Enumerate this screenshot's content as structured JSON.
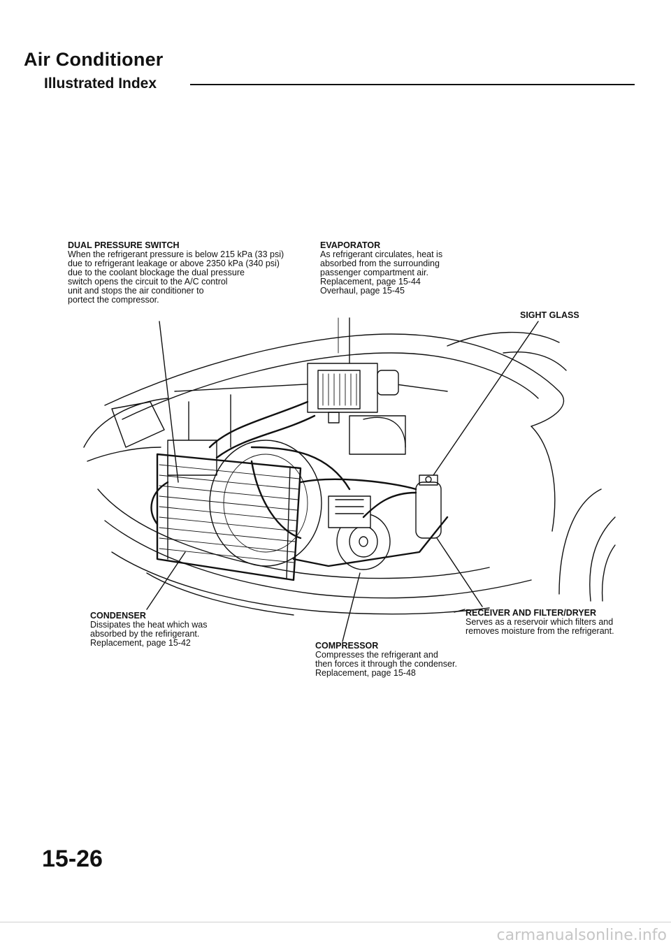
{
  "header": {
    "title": "Air Conditioner",
    "subtitle": "Illustrated Index"
  },
  "labels": {
    "dual_pressure_switch": {
      "heading": "DUAL PRESSURE SWITCH",
      "text": "When the refrigerant pressure is below 215 kPa (33 psi)\ndue to refrigerant leakage or above 2350 kPa (340 psi)\ndue to the coolant blockage the dual pressure\nswitch opens the circuit to the A/C control\nunit and stops the air conditioner to\nportect the compressor."
    },
    "evaporator": {
      "heading": "EVAPORATOR",
      "text": "As refrigerant circulates, heat is\nabsorbed from the surrounding\npassenger compartment air.\nReplacement, page 15-44\nOverhaul, page 15-45"
    },
    "sight_glass": {
      "heading": "SIGHT GLASS"
    },
    "condenser": {
      "heading": "CONDENSER",
      "text": "Dissipates the heat which was\nabsorbed by the refirigerant.\nReplacement, page 15-42"
    },
    "receiver": {
      "heading": "RECEIVER AND FILTER/DRYER",
      "text": "Serves as a reservoir which filters and\nremoves moisture from the refrigerant."
    },
    "compressor": {
      "heading": "COMPRESSOR",
      "text": "Compresses the refrigerant and\nthen forces it through the condenser.\nReplacement, page 15-48"
    }
  },
  "page_number": "15-26",
  "watermark": "carmanualsonline.info"
}
